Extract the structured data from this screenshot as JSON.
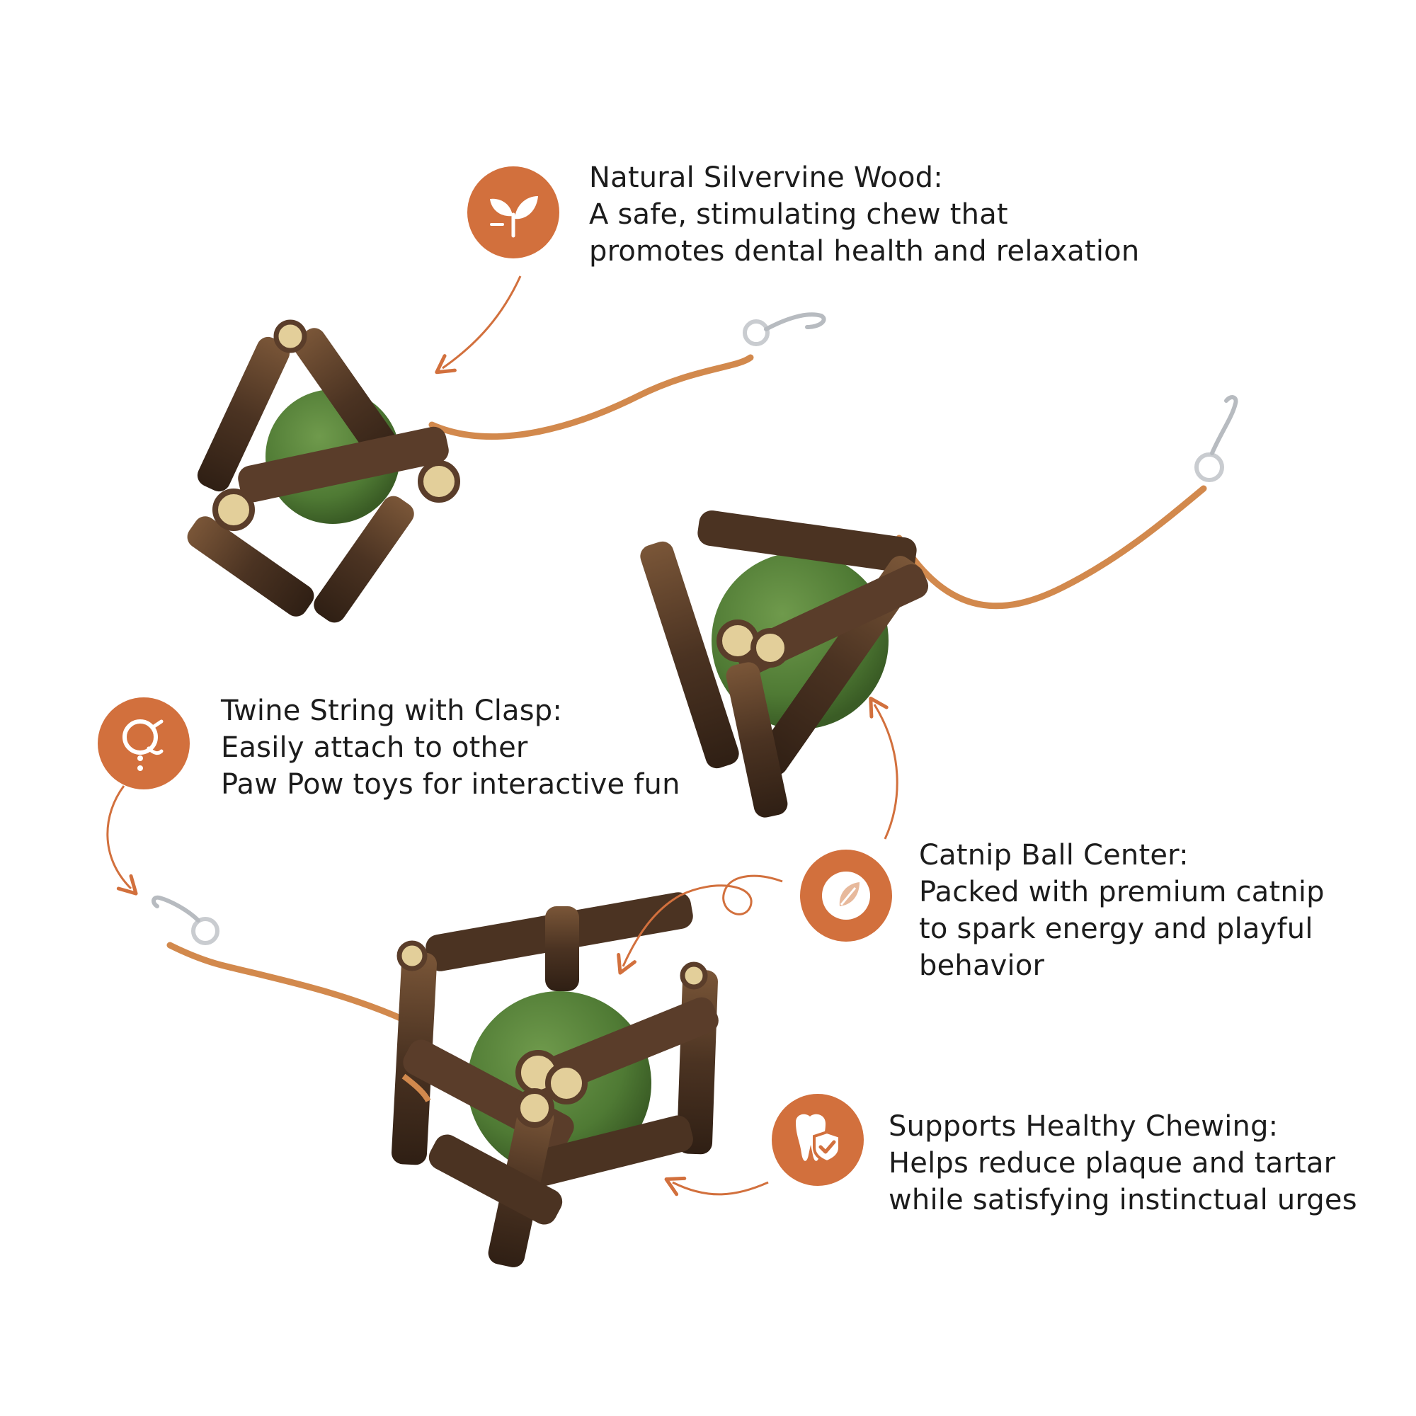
{
  "colors": {
    "accent": "#d2703d",
    "background": "#ffffff",
    "text": "#1c1c1c",
    "bark_dark": "#3e2a1d",
    "bark_mid": "#5a3d2a",
    "bark_light": "#7a5638",
    "wood_end": "#e3cf9a",
    "catnip": "#4f7a34",
    "cord": "#d2894d",
    "metal": "#c9ccd0"
  },
  "callouts": {
    "silvervine": {
      "icon": "leaf-icon",
      "title": "Natural Silvervine Wood:",
      "line1": "A safe, stimulating chew that",
      "line2": "promotes dental health and relaxation"
    },
    "twine": {
      "icon": "clasp-icon",
      "title": "Twine String with Clasp:",
      "line1": "Easily attach to other",
      "line2": "Paw Pow toys for interactive fun"
    },
    "catnip": {
      "icon": "catnip-leaf-icon",
      "title": "Catnip Ball Center:",
      "line1": "Packed with premium catnip",
      "line2": "to spark energy and playful",
      "line3": "behavior"
    },
    "chewing": {
      "icon": "tooth-shield-icon",
      "title": "Supports Healthy Chewing:",
      "line1": "Helps reduce plaque and tartar",
      "line2": "while satisfying instinctual urges"
    }
  }
}
